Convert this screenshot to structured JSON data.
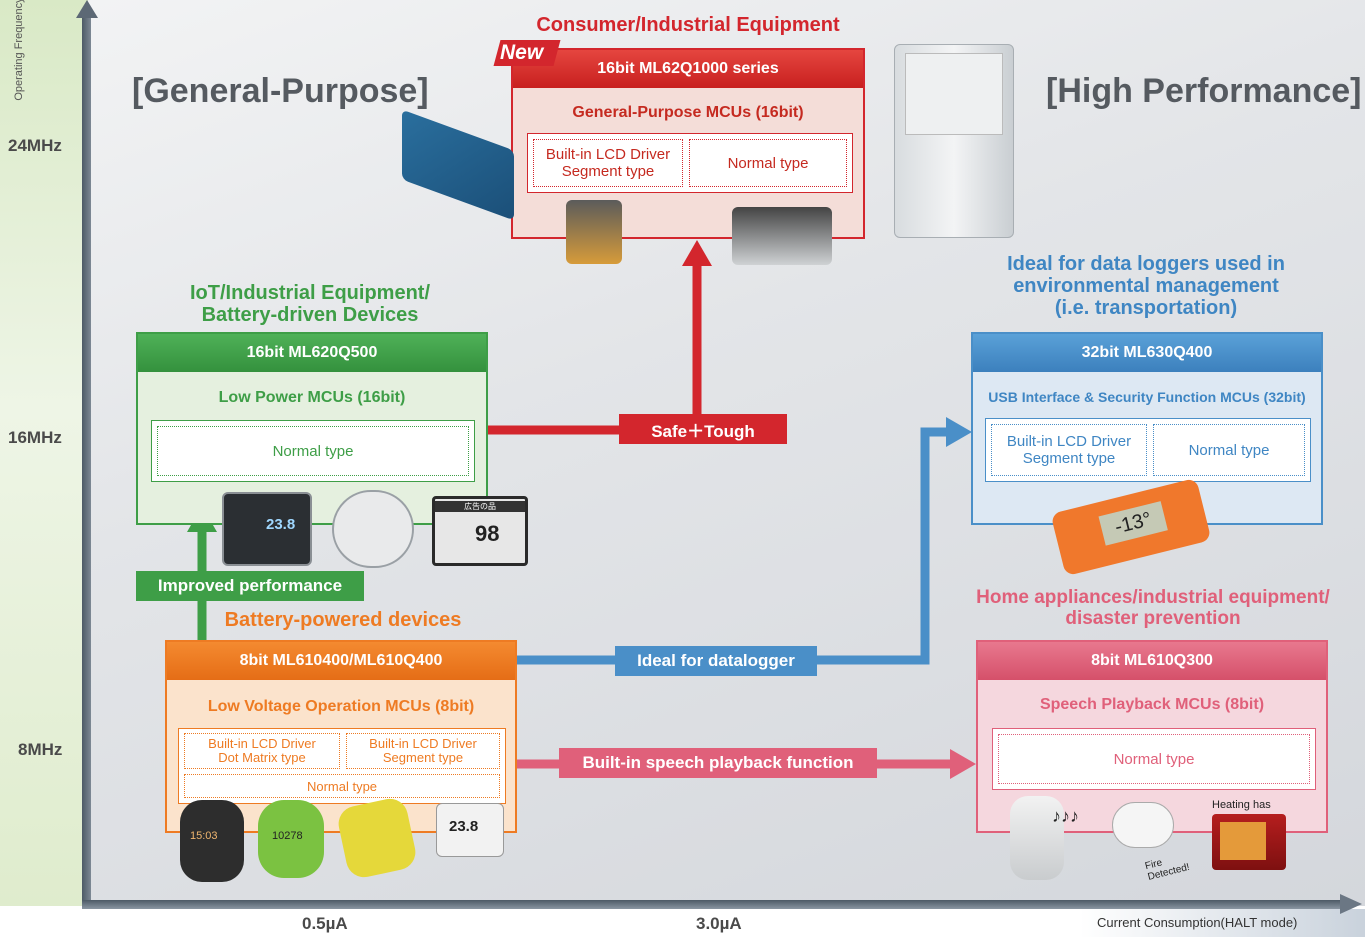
{
  "axes": {
    "y_label": "Operating Frequency",
    "x_label": "Current Consumption(HALT mode)",
    "y_ticks": [
      "24MHz",
      "16MHz",
      "8MHz"
    ],
    "x_ticks": [
      "0.5µA",
      "3.0µA"
    ]
  },
  "brackets": {
    "left": "[General-Purpose]",
    "right": "[High Performance]"
  },
  "colors": {
    "red": "#d3262d",
    "green": "#3e9e47",
    "orange": "#ee7b23",
    "blue": "#4a8fc8",
    "pink": "#e0607a"
  },
  "cards": {
    "consumer": {
      "caption": "Consumer/Industrial Equipment",
      "badge": "New",
      "header": "16bit ML62Q1000 series",
      "subtitle": "General-Purpose MCUs (16bit)",
      "box1": "Built-in LCD Driver\nSegment type",
      "box2": "Normal type"
    },
    "iot": {
      "caption": "IoT/Industrial Equipment/\nBattery-driven Devices",
      "header": "16bit ML620Q500",
      "subtitle": "Low Power MCUs (16bit)",
      "box1": "Normal type"
    },
    "datalogger": {
      "caption": "Ideal for data loggers used in\nenvironmental management\n(i.e. transportation)",
      "header": "32bit ML630Q400",
      "subtitle": "USB Interface & Security Function MCUs (32bit)",
      "box1": "Built-in LCD Driver\nSegment type",
      "box2": "Normal type"
    },
    "battery": {
      "caption": "Battery-powered devices",
      "header": "8bit ML610400/ML610Q400",
      "subtitle": "Low Voltage Operation  MCUs (8bit)",
      "box1": "Built-in LCD Driver\nDot Matrix type",
      "box2": "Built-in LCD Driver\nSegment type",
      "box3": "Normal type"
    },
    "speech": {
      "caption": "Home appliances/industrial equipment/\ndisaster prevention",
      "header": "8bit ML610Q300",
      "subtitle": "Speech Playback MCUs (8bit)",
      "box1": "Normal type"
    }
  },
  "arrows": {
    "safe_tough": "Safe＋Tough",
    "improved": "Improved performance",
    "datalogger": "Ideal for datalogger",
    "speech": "Built-in speech playback function"
  },
  "product_text": {
    "thermostat": "23.8",
    "price_head": "広告の品",
    "price": "98",
    "logger": "-13°",
    "oven": "Heating has",
    "fire": "Fire\nDetected!",
    "pedometer": "10278",
    "watch": "15:03",
    "sensor": "23.8"
  }
}
